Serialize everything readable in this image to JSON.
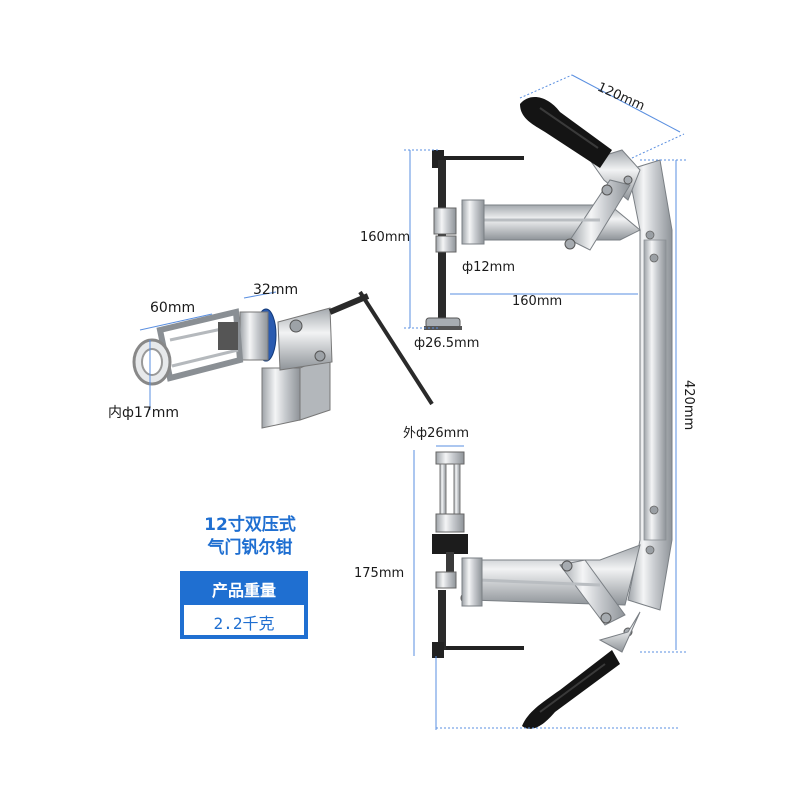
{
  "dimensions": {
    "handle_span": "120mm",
    "top_jaw_height": "160mm",
    "screw_diameter": "ф12mm",
    "jaw_depth": "160mm",
    "pad_diameter": "ф26.5mm",
    "overall_length": "420mm",
    "outer_diameter": "外ф26mm",
    "bottom_jaw_height": "175mm",
    "attachment_length": "60mm",
    "attachment_collar": "32mm",
    "inner_diameter": "内ф17mm"
  },
  "product": {
    "title_line1": "12寸双压式",
    "title_line2": "气门钒尔钳",
    "weight_label": "产品重量",
    "weight_value": "2.2千克"
  },
  "colors": {
    "accent": "#1f6fd1",
    "dimension_line": "#5a8fe0",
    "metal": "#d9dce0",
    "grip": "#111111"
  }
}
